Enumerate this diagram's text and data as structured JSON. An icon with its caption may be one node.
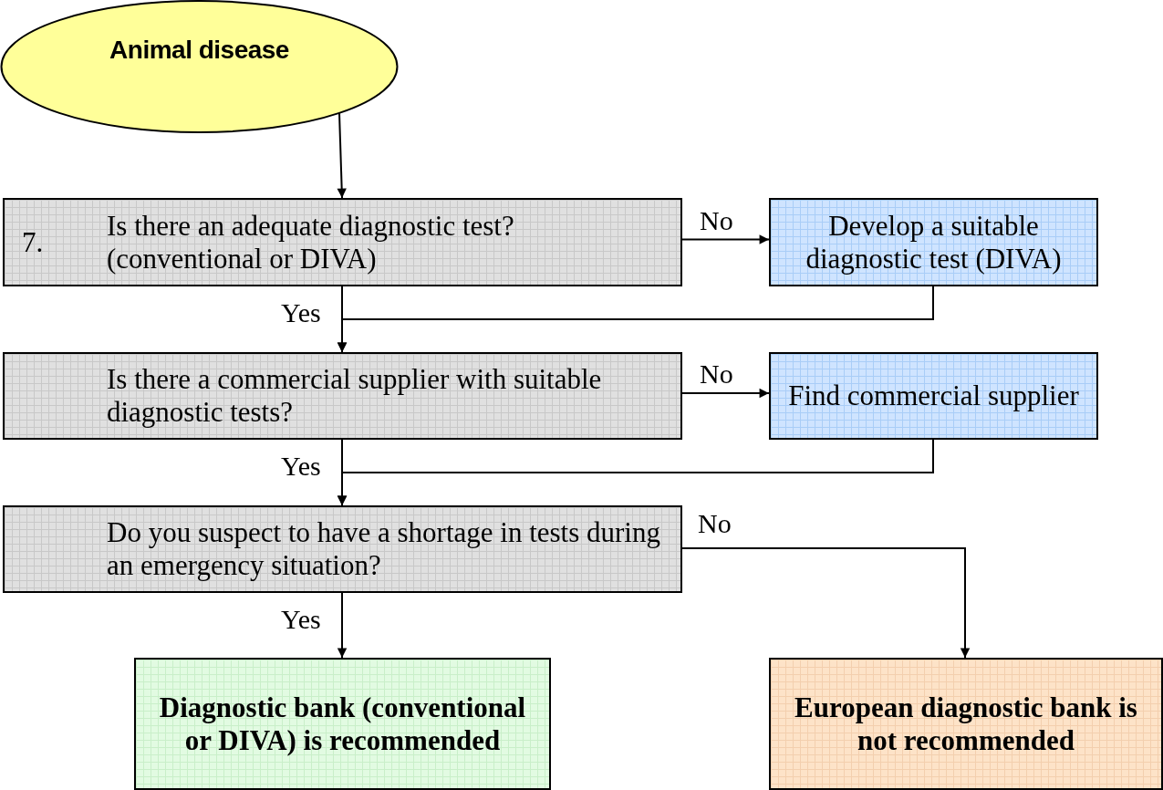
{
  "diagram": {
    "nodes": [
      {
        "text": [
          "Animal disease"
        ]
      },
      {
        "text": [
          "7.",
          "Is there an adequate diagnostic test? (conventional or DIVA)"
        ]
      },
      {
        "text": [
          "Develop a suitable diagnostic test (DIVA)"
        ]
      },
      {
        "text": [
          "Is there a commercial supplier with suitable diagnostic tests?"
        ]
      },
      {
        "text": [
          "Find commercial supplier"
        ]
      },
      {
        "text": [
          "Do you suspect to have a shortage in tests during an emergency situation?"
        ]
      },
      {
        "text": [
          "Diagnostic bank (conventional or DIVA) is recommended"
        ]
      },
      {
        "text": [
          "European diagnostic bank is not recommended"
        ]
      }
    ],
    "edges": [
      {
        "from": 0,
        "to": 1,
        "arrow": "to"
      },
      {
        "from": 1,
        "to": 2,
        "arrow": "to",
        "label": "No"
      },
      {
        "from": 1,
        "to": 3,
        "arrow": "to",
        "label": "Yes"
      },
      {
        "from": 2,
        "to": 3,
        "arrow": "to"
      },
      {
        "from": 3,
        "to": 4,
        "arrow": "to",
        "label": "No"
      },
      {
        "from": 3,
        "to": 5,
        "arrow": "to",
        "label": "Yes"
      },
      {
        "from": 4,
        "to": 5,
        "arrow": "to"
      },
      {
        "from": 5,
        "to": 6,
        "arrow": "to",
        "label": "Yes"
      },
      {
        "from": 5,
        "to": 7,
        "arrow": "to",
        "label": "No"
      }
    ]
  }
}
